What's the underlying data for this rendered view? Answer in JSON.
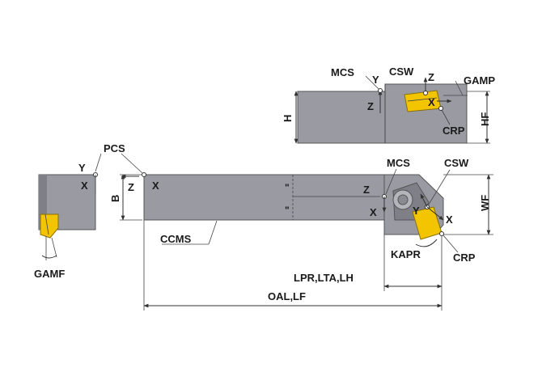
{
  "labels": {
    "mcs_top": "MCS",
    "csw_top": "CSW",
    "gamp": "GAMP",
    "crp_top": "CRP",
    "hf": "HF",
    "h": "H",
    "pcs": "PCS",
    "b": "B",
    "mcs_main": "MCS",
    "csw_main": "CSW",
    "wf": "WF",
    "kapr": "KAPR",
    "crp_main": "CRP",
    "ccms": "CCMS",
    "gamf": "GAMF",
    "lpr": "LPR,LTA,LH",
    "oal": "OAL,LF"
  },
  "axes": {
    "x": "X",
    "y": "Y",
    "z": "Z"
  },
  "colors": {
    "body": "#9a9aa3",
    "body_dark": "#7f7f88",
    "insert": "#f2c500",
    "insert_dark": "#b08f00",
    "line": "#333333"
  }
}
